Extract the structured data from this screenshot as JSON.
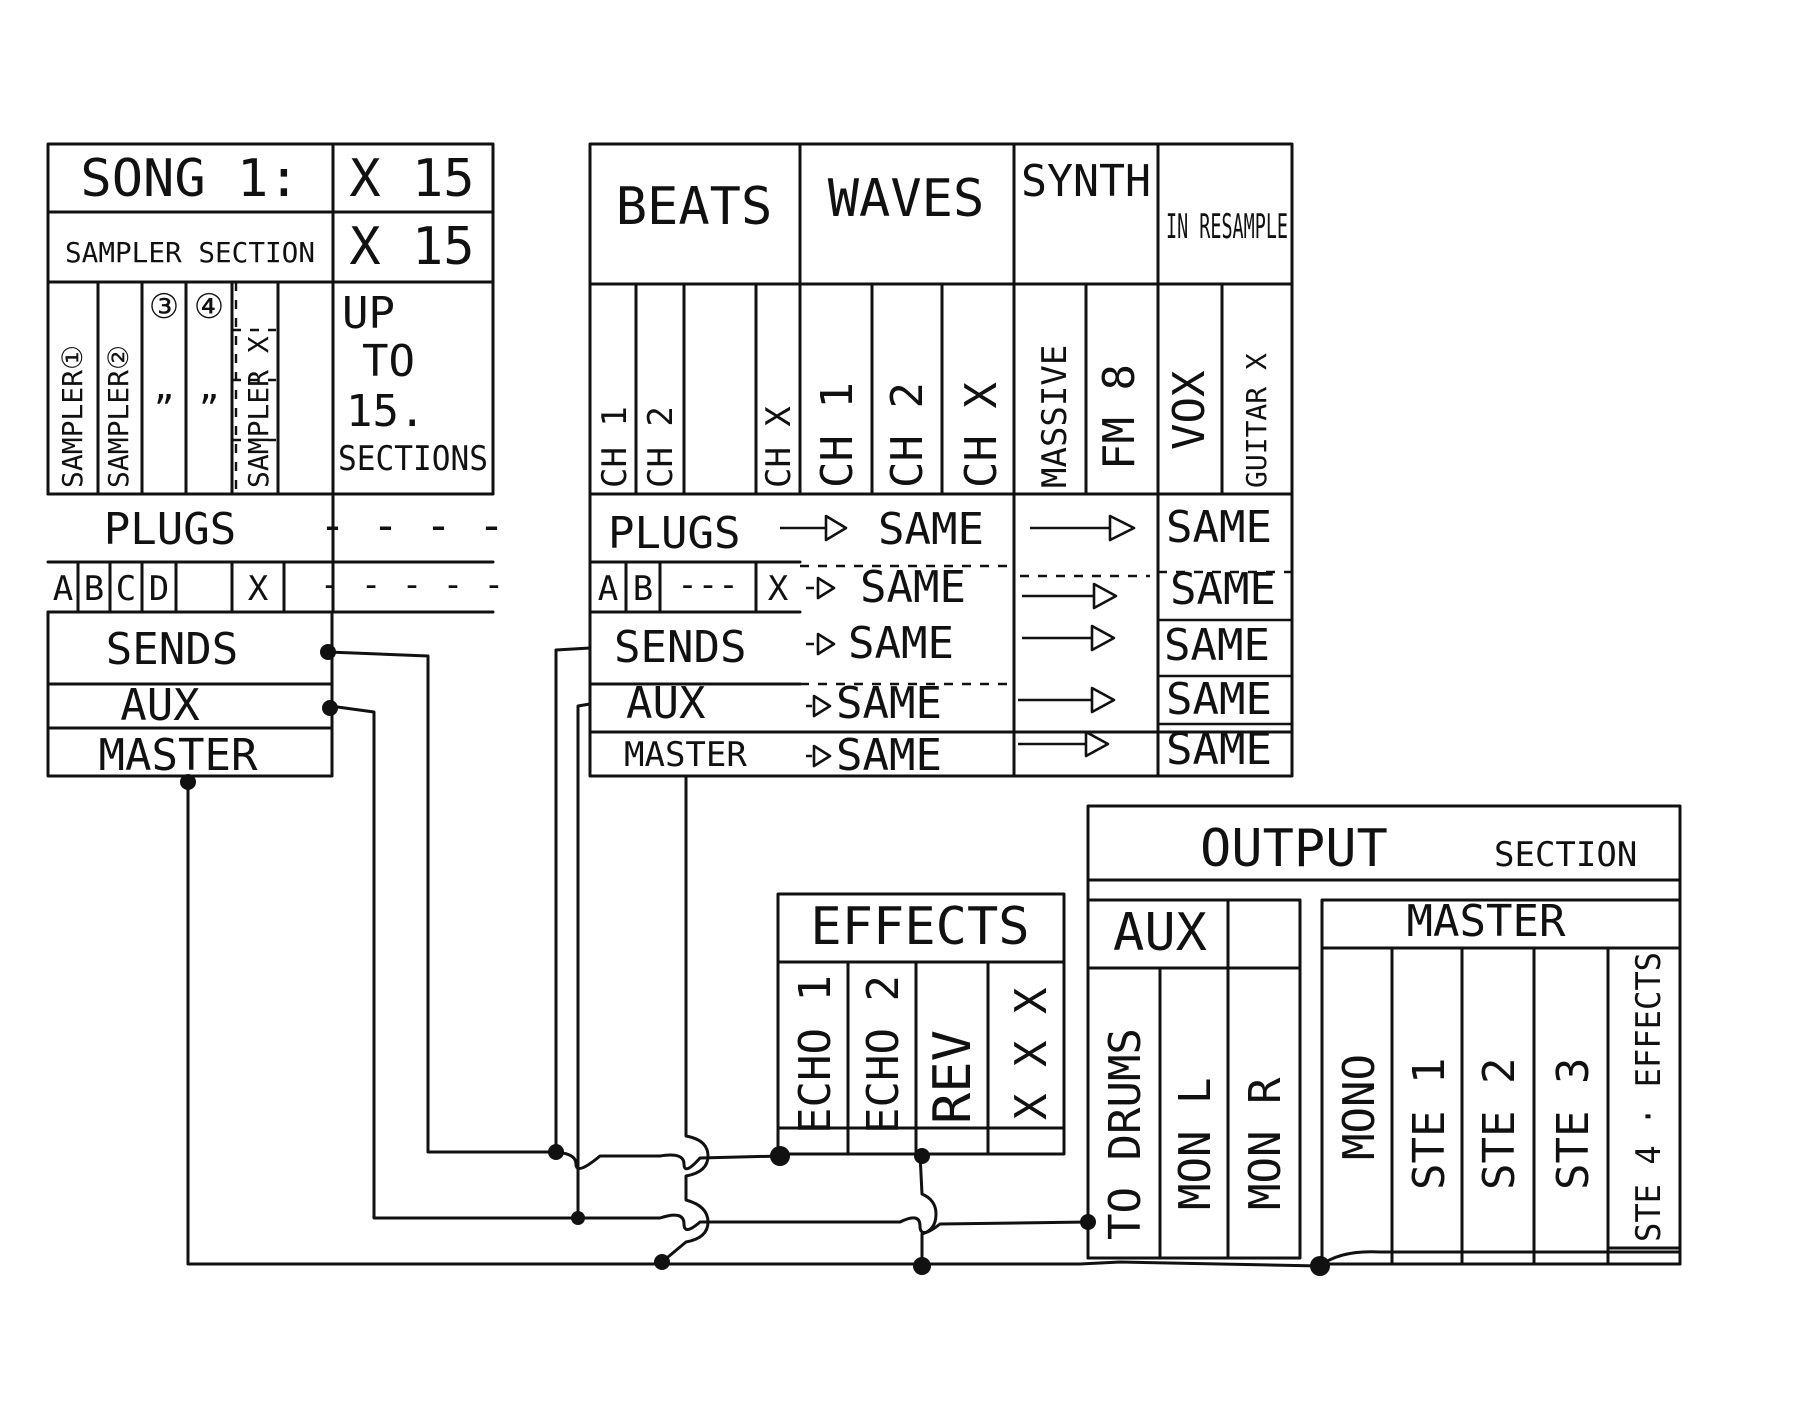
{
  "song": {
    "title": "SONG 1:",
    "title_mult": "X 15",
    "sampler_section": "SAMPLER SECTION",
    "sampler_mult": "X 15",
    "channels": [
      "SAMPLER①",
      "SAMPLER②",
      "③",
      "④",
      "SAMPLER X"
    ],
    "ditto": "”",
    "up_to": [
      "UP",
      "TO",
      "15.",
      "SECTIONS"
    ],
    "plugs": "PLUGS",
    "plugs_right": "- - - -",
    "slots": [
      "A",
      "B",
      "C",
      "D",
      "X"
    ],
    "slots_right": "- - - - -",
    "sends": "SENDS",
    "aux": "AUX",
    "master": "MASTER"
  },
  "instruments": {
    "headers": [
      "BEATS",
      "WAVES",
      "SYNTH",
      "IN RESAMPLE"
    ],
    "beats_channels": [
      "CH 1",
      "CH 2",
      "CH X"
    ],
    "waves_channels": [
      "CH 1",
      "CH 2",
      "CH X"
    ],
    "synth_channels": [
      "MASSIVE",
      "FM 8"
    ],
    "in_channels": [
      "VOX",
      "GUITAR X"
    ],
    "plugs": "PLUGS",
    "slots": [
      "A",
      "B",
      "---",
      "X"
    ],
    "sends": "SENDS",
    "aux": "AUX",
    "master": "MASTER",
    "same": "SAME"
  },
  "effects": {
    "title": "EFFECTS",
    "channels": [
      "ECHO 1",
      "ECHO 2",
      "REV",
      "X X X"
    ]
  },
  "output": {
    "title": "OUTPUT",
    "title_sub": "SECTION",
    "aux_title": "AUX",
    "aux_channels": [
      "TO DRUMS",
      "MON L",
      "MON R"
    ],
    "master_title": "MASTER",
    "master_channels": [
      "MONO",
      "STE 1",
      "STE 2",
      "STE 3",
      "STE 4 · EFFECTS"
    ]
  }
}
